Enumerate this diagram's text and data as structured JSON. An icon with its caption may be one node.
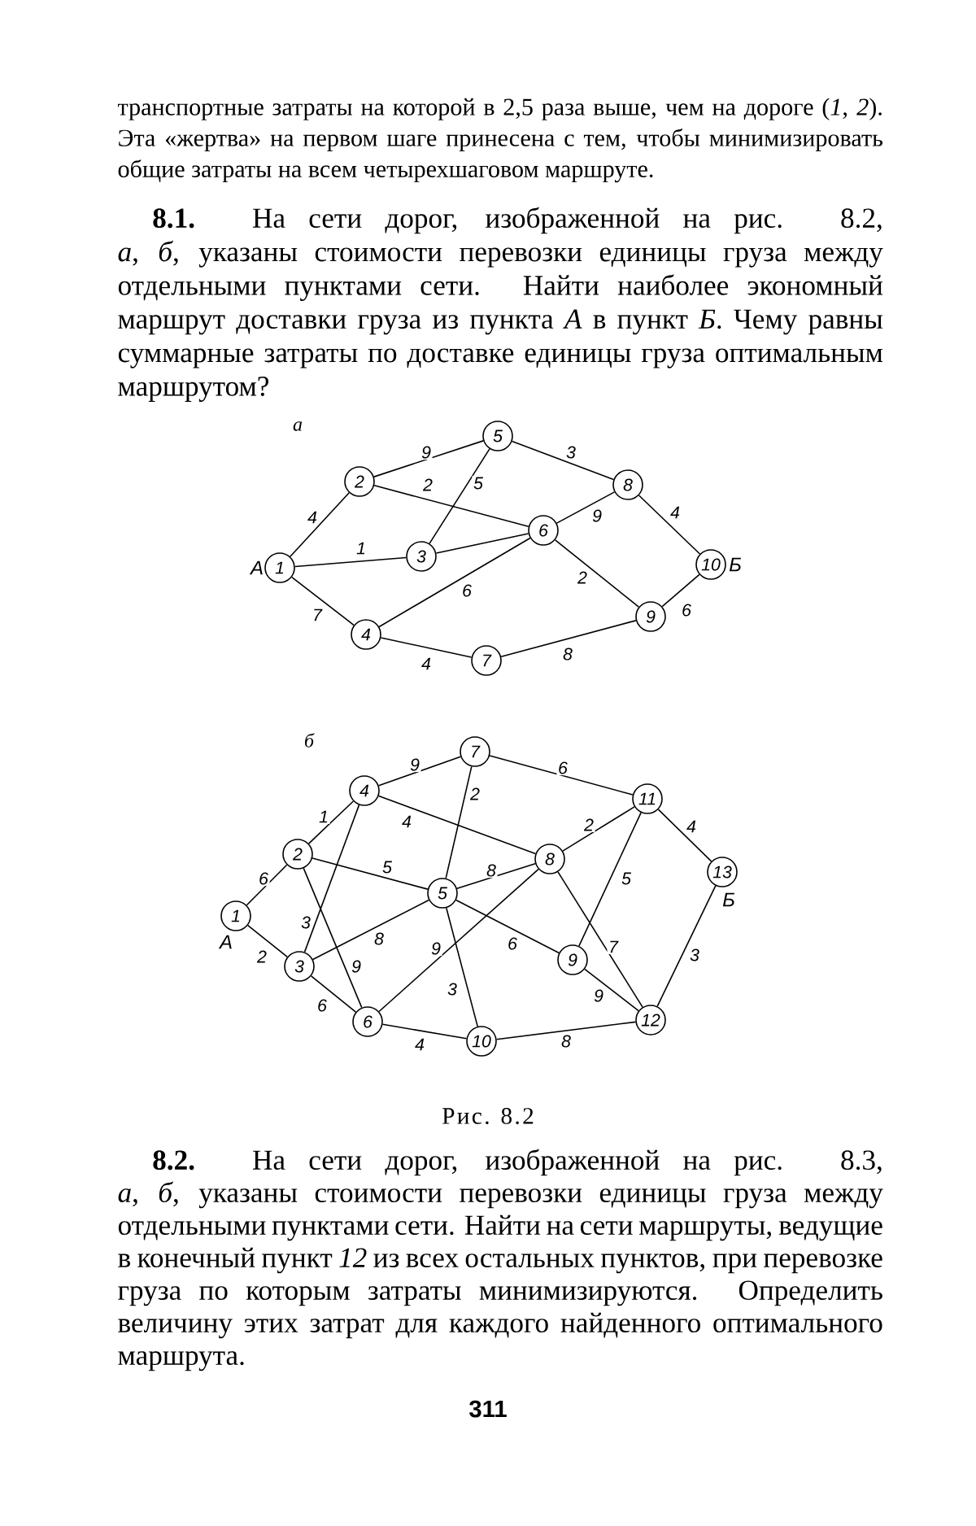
{
  "diagram": {
    "caption": "Рис. 8.2",
    "nodes": [
      {
        "text": [
          "1"
        ],
        "beside": [
          "А"
        ]
      },
      {
        "text": [
          "2"
        ]
      },
      {
        "text": [
          "3"
        ]
      },
      {
        "text": [
          "4"
        ]
      },
      {
        "text": [
          "5"
        ]
      },
      {
        "text": [
          "6"
        ]
      },
      {
        "text": [
          "7"
        ]
      },
      {
        "text": [
          "8"
        ]
      },
      {
        "text": [
          "9"
        ]
      },
      {
        "text": [
          "10"
        ],
        "beside": [
          "Б"
        ]
      },
      {
        "text": [
          "1"
        ],
        "beside": [
          "А"
        ]
      },
      {
        "text": [
          "2"
        ]
      },
      {
        "text": [
          "3"
        ]
      },
      {
        "text": [
          "4"
        ]
      },
      {
        "text": [
          "5"
        ]
      },
      {
        "text": [
          "6"
        ]
      },
      {
        "text": [
          "7"
        ]
      },
      {
        "text": [
          "8"
        ]
      },
      {
        "text": [
          "9"
        ]
      },
      {
        "text": [
          "10"
        ]
      },
      {
        "text": [
          "11"
        ]
      },
      {
        "text": [
          "12"
        ]
      },
      {
        "text": [
          "13"
        ],
        "beside": [
          "Б"
        ]
      }
    ],
    "edges": [
      {
        "from": 0,
        "to": 1,
        "arrow": "none",
        "label": "4"
      },
      {
        "from": 0,
        "to": 2,
        "arrow": "none",
        "label": "1"
      },
      {
        "from": 0,
        "to": 3,
        "arrow": "none",
        "label": "7"
      },
      {
        "from": 1,
        "to": 4,
        "arrow": "none",
        "label": "9"
      },
      {
        "from": 1,
        "to": 5,
        "arrow": "none",
        "label": "2"
      },
      {
        "from": 2,
        "to": 4,
        "arrow": "none",
        "label": "5"
      },
      {
        "from": 2,
        "to": 5,
        "arrow": "none"
      },
      {
        "from": 3,
        "to": 5,
        "arrow": "none",
        "label": "6"
      },
      {
        "from": 3,
        "to": 6,
        "arrow": "none",
        "label": "4"
      },
      {
        "from": 4,
        "to": 7,
        "arrow": "none",
        "label": "3"
      },
      {
        "from": 5,
        "to": 7,
        "arrow": "none",
        "label": "9"
      },
      {
        "from": 5,
        "to": 8,
        "arrow": "none",
        "label": "2"
      },
      {
        "from": 7,
        "to": 9,
        "arrow": "none",
        "label": "4"
      },
      {
        "from": 8,
        "to": 9,
        "arrow": "none",
        "label": "6"
      },
      {
        "from": 6,
        "to": 8,
        "arrow": "none",
        "label": "8"
      },
      {
        "from": 10,
        "to": 11,
        "arrow": "none",
        "label": "6"
      },
      {
        "from": 10,
        "to": 12,
        "arrow": "none",
        "label": "2"
      },
      {
        "from": 11,
        "to": 13,
        "arrow": "none",
        "label": "1"
      },
      {
        "from": 11,
        "to": 14,
        "arrow": "none",
        "label": "5"
      },
      {
        "from": 11,
        "to": 15,
        "arrow": "none",
        "label": "9"
      },
      {
        "from": 12,
        "to": 13,
        "arrow": "none",
        "label": "3"
      },
      {
        "from": 12,
        "to": 14,
        "arrow": "none",
        "label": "8"
      },
      {
        "from": 12,
        "to": 15,
        "arrow": "none",
        "label": "6"
      },
      {
        "from": 13,
        "to": 16,
        "arrow": "none",
        "label": "9"
      },
      {
        "from": 13,
        "to": 17,
        "arrow": "none",
        "label": "4"
      },
      {
        "from": 16,
        "to": 14,
        "arrow": "none",
        "label": "2"
      },
      {
        "from": 16,
        "to": 20,
        "arrow": "none",
        "label": "6"
      },
      {
        "from": 14,
        "to": 17,
        "arrow": "none",
        "label": "8"
      },
      {
        "from": 14,
        "to": 18,
        "arrow": "none",
        "label": "6"
      },
      {
        "from": 14,
        "to": 19,
        "arrow": "none",
        "label": "3"
      },
      {
        "from": 15,
        "to": 17,
        "arrow": "none",
        "label": "9"
      },
      {
        "from": 15,
        "to": 19,
        "arrow": "none",
        "label": "4"
      },
      {
        "from": 17,
        "to": 20,
        "arrow": "none",
        "label": "2"
      },
      {
        "from": 17,
        "to": 21,
        "arrow": "none",
        "label": "7"
      },
      {
        "from": 20,
        "to": 18,
        "arrow": "none",
        "label": "5"
      },
      {
        "from": 18,
        "to": 21,
        "arrow": "none",
        "label": "9"
      },
      {
        "from": 20,
        "to": 22,
        "arrow": "none",
        "label": "4"
      },
      {
        "from": 22,
        "to": 21,
        "arrow": "none",
        "label": "3"
      },
      {
        "from": 19,
        "to": 21,
        "arrow": "none",
        "label": "8"
      }
    ],
    "labels": [
      "транспортные затраты на которой в 2,5 раза выше, чем на дороге (*1*, *2*). Эта «жертва» на первом шаге принесена с тем, чтобы минимизировать общие затраты на всем четырехшаговом маршруте.",
      "**8.1.** На сети дорог, изображенной на рис. 8.2, *а*, *б*, указаны стоимости перевозки единицы груза между отдельными пунктами сети. Найти наиболее экономный маршрут доставки груза из пункта *А* в пункт *Б*. Чему равны суммарные затраты по доставке единицы груза оптимальным маршрутом?",
      "а",
      "б",
      "**8.2.** На сети дорог, изображенной на рис. 8.3, *а*, *б*, указаны стоимости перевозки единицы груза между отдельными пунктами сети. Найти на сети маршруты, ведущие в конечный пункт *12* из всех остальных пунктов, при перевозке груза по которым затраты минимизируются. Определить величину этих затрат для каждого найденного оптимального маршрута.",
      "311"
    ]
  }
}
